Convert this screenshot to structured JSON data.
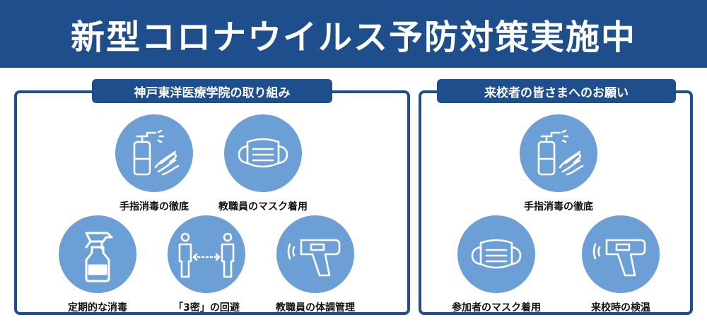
{
  "banner": {
    "title": "新型コロナウイルス予防対策実施中"
  },
  "left_panel": {
    "heading": "神戸東洋医療学院の取り組み",
    "items": [
      {
        "label": "手指消毒の徹底",
        "icon": "hand-sanitizer-icon"
      },
      {
        "label": "教職員のマスク着用",
        "icon": "face-mask-icon"
      },
      {
        "label": "定期的な消毒",
        "icon": "spray-bottle-icon"
      },
      {
        "label": "「3密」の回避",
        "icon": "social-distance-icon"
      },
      {
        "label": "教職員の体調管理",
        "icon": "thermometer-gun-icon"
      }
    ]
  },
  "right_panel": {
    "heading": "来校者の皆さまへのお願い",
    "items": [
      {
        "label": "手指消毒の徹底",
        "icon": "hand-sanitizer-icon"
      },
      {
        "label": "参加者のマスク着用",
        "icon": "face-mask-icon"
      },
      {
        "label": "来校時の検温",
        "icon": "thermometer-gun-icon"
      }
    ]
  },
  "colors": {
    "primary": "#1e4f8c",
    "icon_circle": "#6c9fd6",
    "icon_stroke": "#ffffff"
  }
}
